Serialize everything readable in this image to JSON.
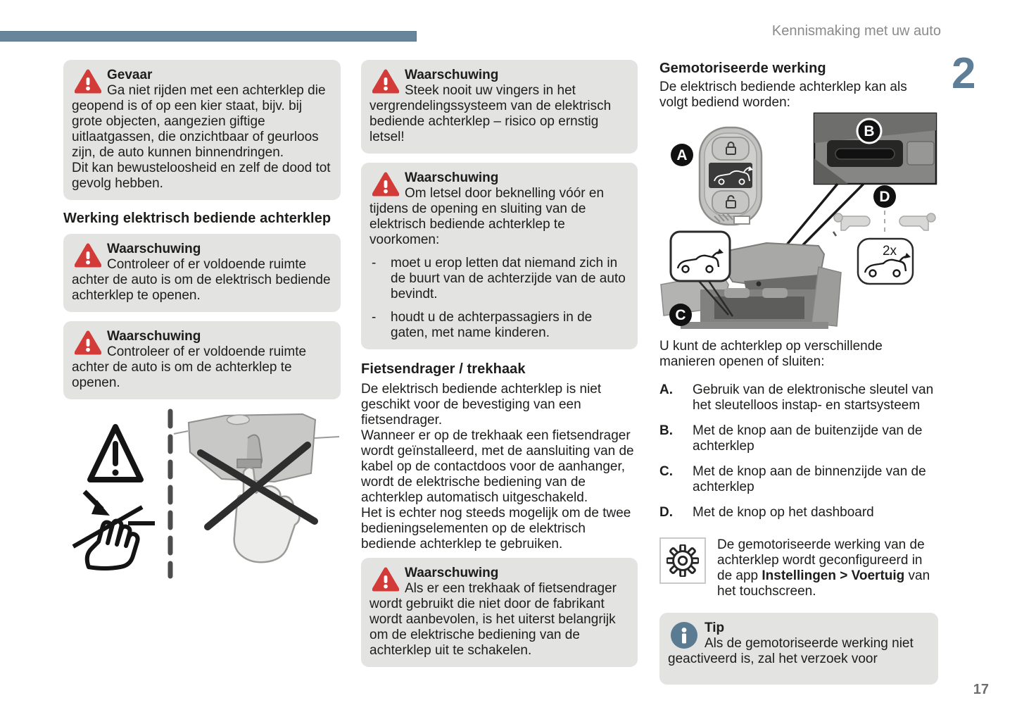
{
  "page": {
    "header": "Kennismaking met uw auto",
    "chapter_number": "2",
    "page_number": "17"
  },
  "colors": {
    "accent_blue": "#5d7e96",
    "warning_red": "#d23b38",
    "note_gray": "#e3e3e1"
  },
  "left": {
    "danger": {
      "title": "Gevaar",
      "body": "Ga niet rijden met een achterklep die geopend is of op een kier staat, bijv. bij grote objecten, aangezien giftige uitlaatgassen, die onzichtbaar of geurloos zijn, de auto kunnen binnendringen.\nDit kan bewusteloosheid en zelf de dood tot gevolg hebben."
    },
    "heading": "Werking elektrisch bediende achterklep",
    "warning1": {
      "title": "Waarschuwing",
      "body": "Controleer of er voldoende ruimte achter de auto is om de elektrisch bediende achterklep te openen."
    },
    "warning2": {
      "title": "Waarschuwing",
      "body": "Controleer of er voldoende ruimte achter de auto is om de achterklep te openen."
    }
  },
  "mid": {
    "warning1": {
      "title": "Waarschuwing",
      "body": "Steek nooit uw vingers in het vergrendelingssysteem van de elektrisch bediende achterklep – risico op ernstig letsel!"
    },
    "warning2": {
      "title": "Waarschuwing",
      "intro": "Om letsel door beknelling vóór en tijdens de opening en sluiting van de elektrisch bediende achterklep te voorkomen:",
      "dash": "-",
      "items": [
        "moet u erop letten dat niemand zich in de buurt van de achterzijde van de auto bevindt.",
        "houdt u de achterpassagiers in de gaten, met name kinderen."
      ]
    },
    "heading": "Fietsendrager / trekhaak",
    "paragraph": "De elektrisch bediende achterklep is niet geschikt voor de bevestiging van een fietsendrager.\nWanneer er op de trekhaak een fietsendrager wordt geïnstalleerd, met de aansluiting van de kabel op de contactdoos voor de aanhanger, wordt de elektrische bediening van de achterklep automatisch uitgeschakeld.\nHet is echter nog steeds mogelijk om de twee bedieningselementen op de elektrisch bediende achterklep te gebruiken.",
    "warning3": {
      "title": "Waarschuwing",
      "body": "Als er een trekhaak of fietsendrager wordt gebruikt die niet door de fabrikant wordt aanbevolen, is het uiterst belangrijk om de elektrische bediening van de achterklep uit te schakelen."
    }
  },
  "right": {
    "heading": "Gemotoriseerde werking",
    "intro": "De elektrisch bediende achterklep kan als volgt bediend worden:",
    "illustration": {
      "labels": {
        "a": "A",
        "b": "B",
        "c": "C",
        "d": "D",
        "twice": "2x"
      }
    },
    "after": "U kunt de achterklep op verschillende manieren openen of sluiten:",
    "methods": [
      {
        "key": "A.",
        "text": "Gebruik van de elektronische sleutel van het sleutelloos instap- en startsysteem"
      },
      {
        "key": "B.",
        "text": "Met de knop aan de buitenzijde van de achterklep"
      },
      {
        "key": "C.",
        "text": "Met de knop aan de binnenzijde van de achterklep"
      },
      {
        "key": "D.",
        "text": "Met de knop op het dashboard"
      }
    ],
    "settings": {
      "pre": "De gemotoriseerde werking van de achterklep wordt geconfigureerd in de app ",
      "bold": "Instellingen > Voertuig",
      "post": " van het touchscreen."
    },
    "tip": {
      "title": "Tip",
      "body": "Als de gemotoriseerde werking niet geactiveerd is, zal het verzoek voor"
    }
  }
}
